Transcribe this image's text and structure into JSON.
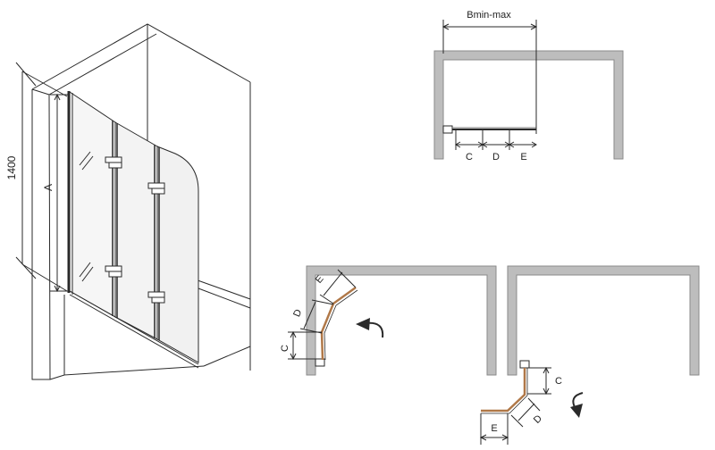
{
  "labels": {
    "height": "1400",
    "a": "A",
    "bminmax": "Bmin-max",
    "c": "C",
    "d": "D",
    "e": "E"
  },
  "colors": {
    "line": "#2a2a2a",
    "wall_fill": "#bdbdbd",
    "wall_stroke": "#8a8a8a",
    "panel_brown": "#b07848",
    "glass": "#f4f4f4"
  }
}
